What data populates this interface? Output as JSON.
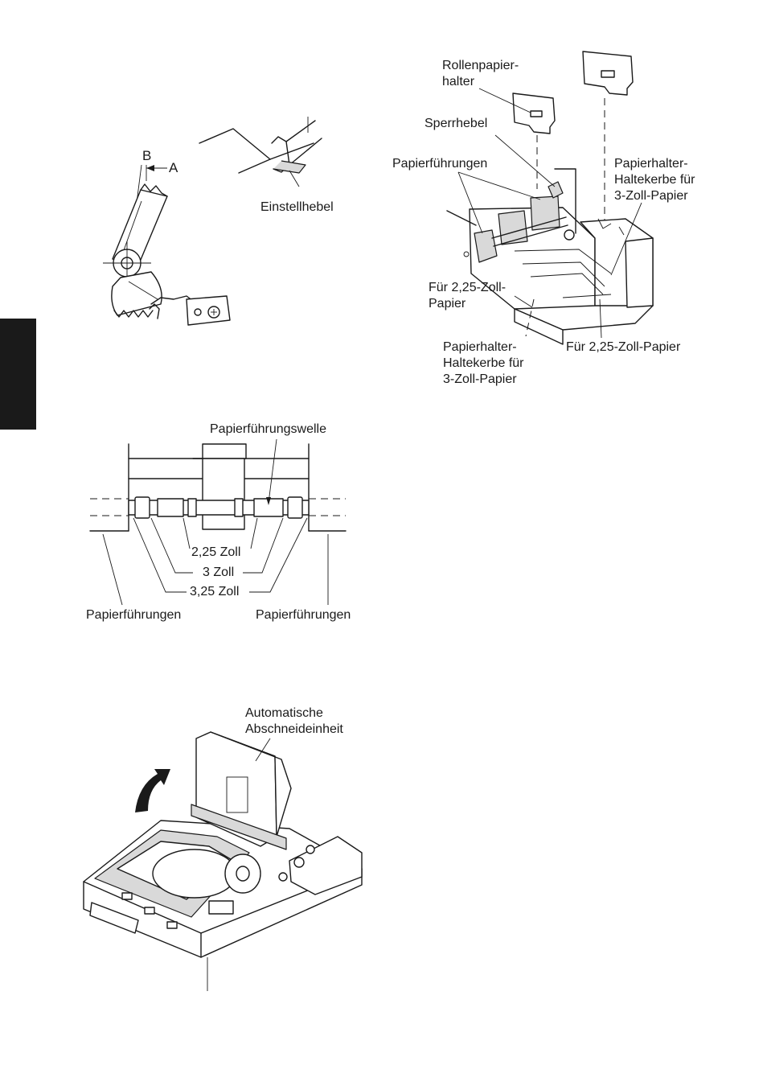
{
  "lever_figure": {
    "label_b": "B",
    "label_a": "A",
    "lever_label": "Einstellhebel"
  },
  "holder_figure": {
    "roll_holder": "Rollenpapier-\nhalter",
    "lock_lever": "Sperrhebel",
    "paper_guides": "Papierführungen",
    "notch_3in_top": "Papierhalter-\nHaltekerbe für\n3-Zoll-Papier",
    "for_225_left": "Für 2,25-Zoll-\nPapier",
    "notch_3in_bottom": "Papierhalter-\nHaltekerbe für\n3-Zoll-Papier",
    "for_225_right": "Für 2,25-Zoll-Papier"
  },
  "shaft_figure": {
    "shaft_label": "Papierführungswelle",
    "size_225": "2,25 Zoll",
    "size_3": "3 Zoll",
    "size_325": "3,25 Zoll",
    "guides_left": "Papierführungen",
    "guides_right": "Papierführungen"
  },
  "cutter_figure": {
    "cutter_label": "Automatische\nAbschneideinheit"
  },
  "colors": {
    "ink": "#1a1a1a",
    "paper": "#ffffff",
    "shade": "#d9d9d9"
  }
}
